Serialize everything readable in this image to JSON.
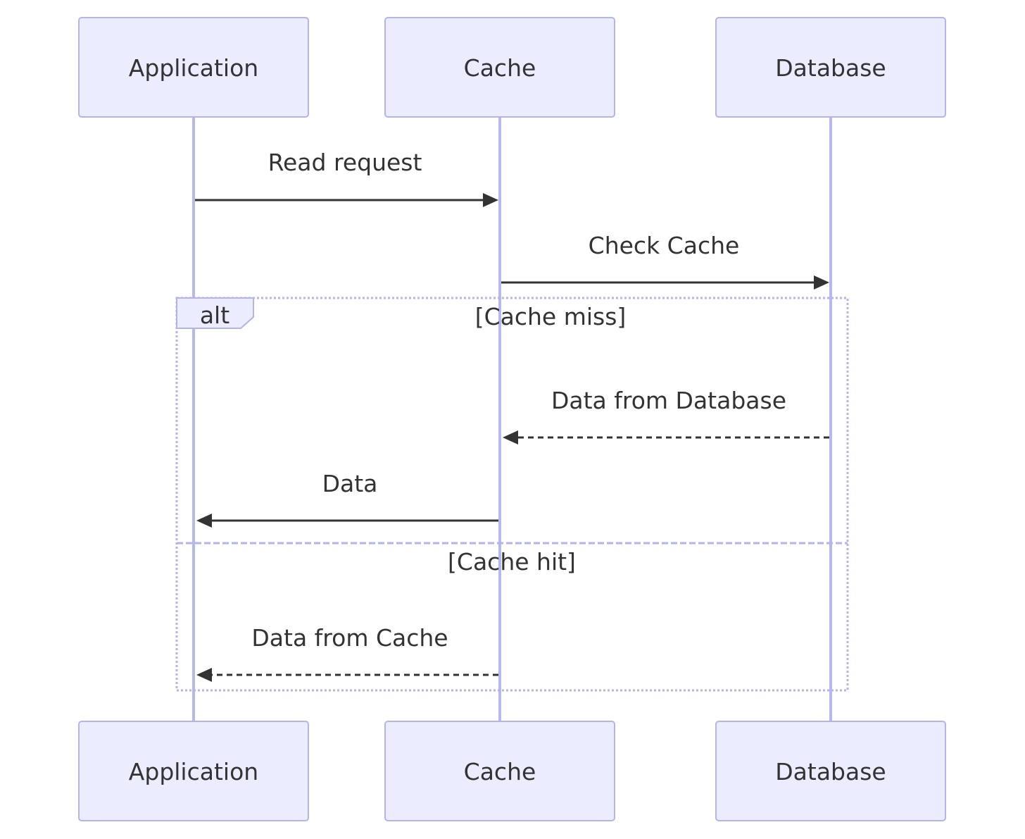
{
  "participants": {
    "application": "Application",
    "cache": "Cache",
    "database": "Database"
  },
  "messages": {
    "read_request": "Read request",
    "check_cache": "Check Cache",
    "data_from_database": "Data from Database",
    "data": "Data",
    "data_from_cache": "Data from Cache"
  },
  "alt_frame": {
    "keyword": "alt",
    "miss_condition": "[Cache miss]",
    "hit_condition": "[Cache hit]"
  },
  "colors": {
    "actor_fill": "#ececff",
    "actor_stroke": "#b3b3ee",
    "lifeline": "#b8b8f0",
    "message": "#333333"
  }
}
